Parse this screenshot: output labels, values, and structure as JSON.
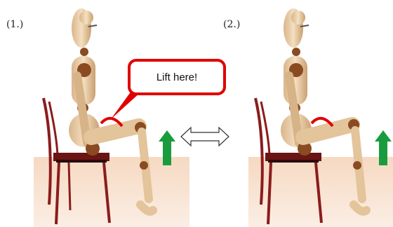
{
  "labels": {
    "step1": "(1.)",
    "step2": "(2.)"
  },
  "callout": {
    "text": "Lift here!"
  },
  "icons": {
    "lift_arrow": "up-arrow",
    "compare_arrow": "double-headed-arrow"
  },
  "colors": {
    "highlight": "#e00000",
    "arrow": "#1a9c3e",
    "mannequin": "#e6c9a1",
    "joint": "#8a4b22",
    "chair": "#8b1c1c",
    "floor": "#f3d6bd"
  }
}
